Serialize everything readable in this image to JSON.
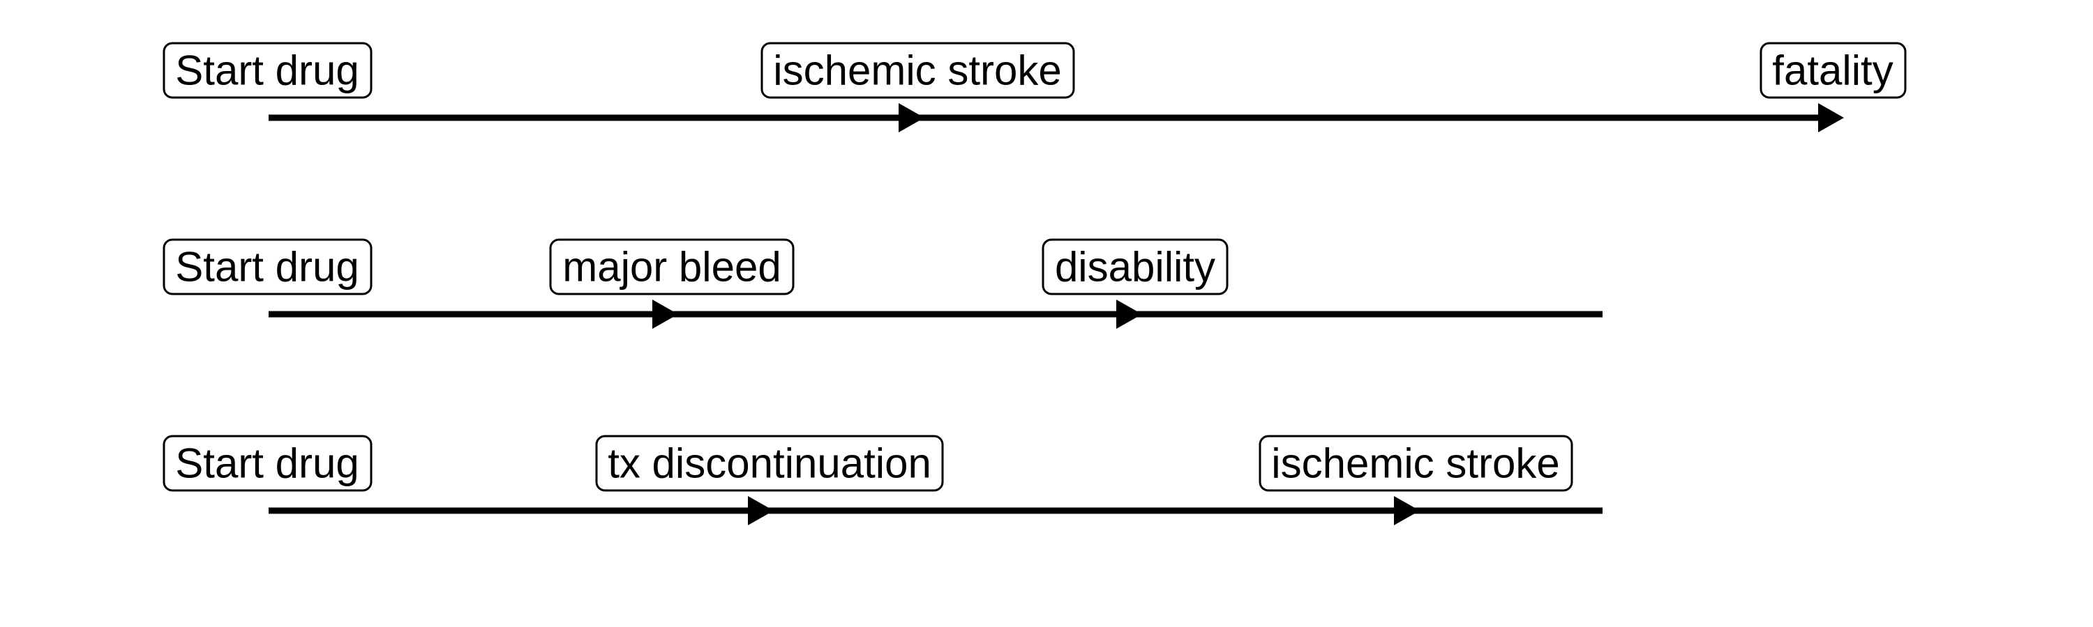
{
  "timelines": [
    {
      "events": [
        {
          "label": "Start drug"
        },
        {
          "label": "ischemic stroke"
        },
        {
          "label": "fatality"
        }
      ]
    },
    {
      "events": [
        {
          "label": "Start drug"
        },
        {
          "label": "major bleed"
        },
        {
          "label": "disability"
        }
      ]
    },
    {
      "events": [
        {
          "label": "Start drug"
        },
        {
          "label": "tx discontinuation"
        },
        {
          "label": "ischemic stroke"
        }
      ]
    }
  ],
  "colors": {
    "line": "#000000",
    "label_border": "#000000",
    "label_fill": "#ffffff",
    "text": "#000000"
  }
}
